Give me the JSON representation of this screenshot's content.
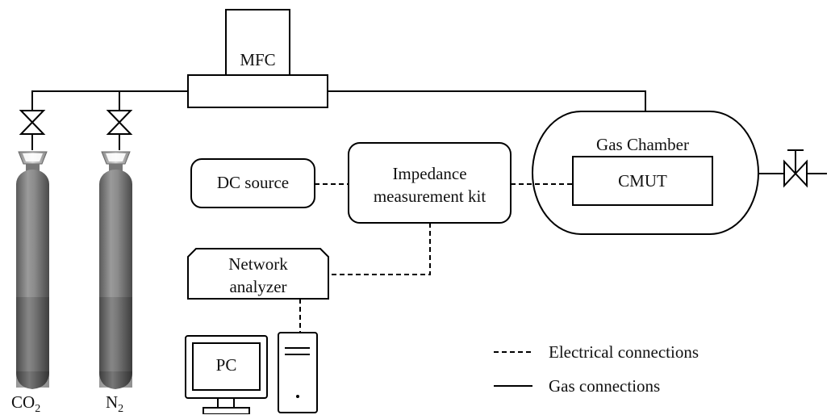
{
  "nodes": {
    "mfc": "MFC",
    "dc_source": "DC source",
    "impedance_kit_line1": "Impedance",
    "impedance_kit_line2": "measurement kit",
    "gas_chamber": "Gas Chamber",
    "cmut": "CMUT",
    "network_analyzer_line1": "Network",
    "network_analyzer_line2": "analyzer",
    "pc": "PC"
  },
  "cylinders": [
    {
      "gas": "CO",
      "subscript": "2"
    },
    {
      "gas": "N",
      "subscript": "2"
    }
  ],
  "legend": {
    "electrical": "Electrical connections",
    "gas": "Gas connections"
  }
}
